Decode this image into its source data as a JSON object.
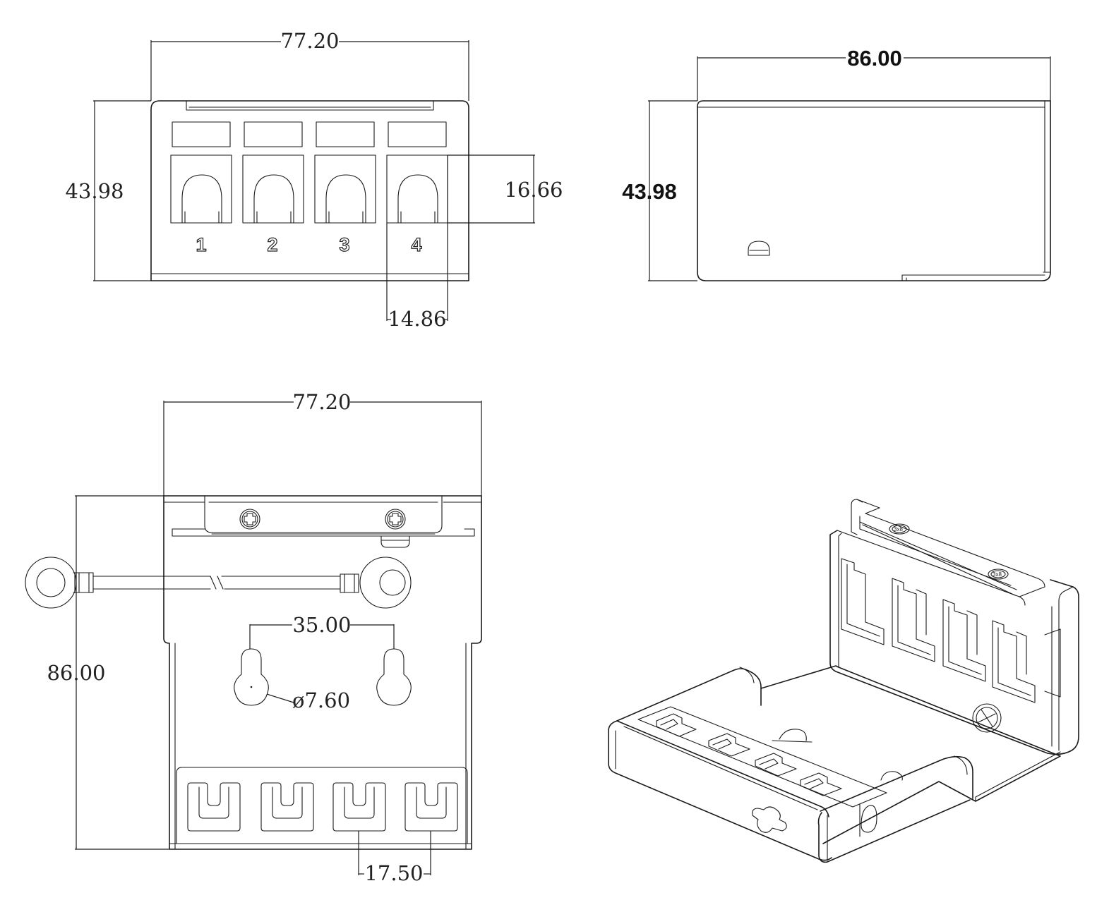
{
  "front_view": {
    "width_dim": "77.20",
    "height_dim": "43.98",
    "slot_height_dim": "16.66",
    "slot_width_dim": "14.86",
    "terminal_numbers": [
      "1",
      "2",
      "3",
      "4"
    ]
  },
  "side_view": {
    "width_dim": "86.00",
    "height_dim": "43.98"
  },
  "top_view": {
    "width_dim": "77.20",
    "depth_dim": "86.00",
    "hole_spacing_dim": "35.00",
    "hole_diameter_dim": "ø7.60",
    "slot_pitch_dim": "17.50"
  },
  "iso_view": {
    "screw_labels": [
      "3x8",
      "3x8"
    ]
  }
}
